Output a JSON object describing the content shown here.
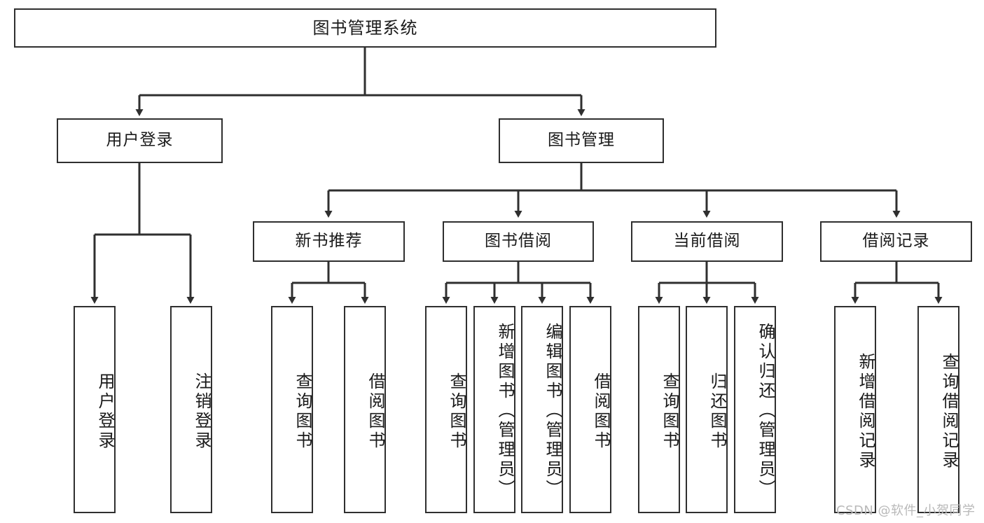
{
  "diagram": {
    "type": "tree-hierarchy-diagram",
    "title": "图书管理系统",
    "stroke_color": "#2f2f2f",
    "fill_color": "#ffffff",
    "text_color": "#1a1a1a"
  },
  "root": {
    "label": "图书管理系统"
  },
  "level2": [
    {
      "label": "用户登录"
    },
    {
      "label": "图书管理"
    }
  ],
  "level3": [
    {
      "label": "新书推荐"
    },
    {
      "label": "图书借阅"
    },
    {
      "label": "当前借阅"
    },
    {
      "label": "借阅记录"
    }
  ],
  "leaves": {
    "user_login": [
      {
        "label": "用户登录"
      },
      {
        "label": "注销登录"
      }
    ],
    "new_book_recommend": [
      {
        "label": "查询图书"
      },
      {
        "label": "借阅图书"
      }
    ],
    "book_borrow": [
      {
        "label": "查询图书"
      },
      {
        "label": "新增图书（管理员）"
      },
      {
        "label": "编辑图书（管理员）"
      },
      {
        "label": "借阅图书"
      }
    ],
    "current_borrow": [
      {
        "label": "查询图书"
      },
      {
        "label": "归还图书"
      },
      {
        "label": "确认归还（管理员）"
      }
    ],
    "borrow_record": [
      {
        "label": "新增借阅记录"
      },
      {
        "label": "查询借阅记录"
      }
    ]
  },
  "watermark": {
    "text": "CSDN @软件_小贺同学"
  }
}
